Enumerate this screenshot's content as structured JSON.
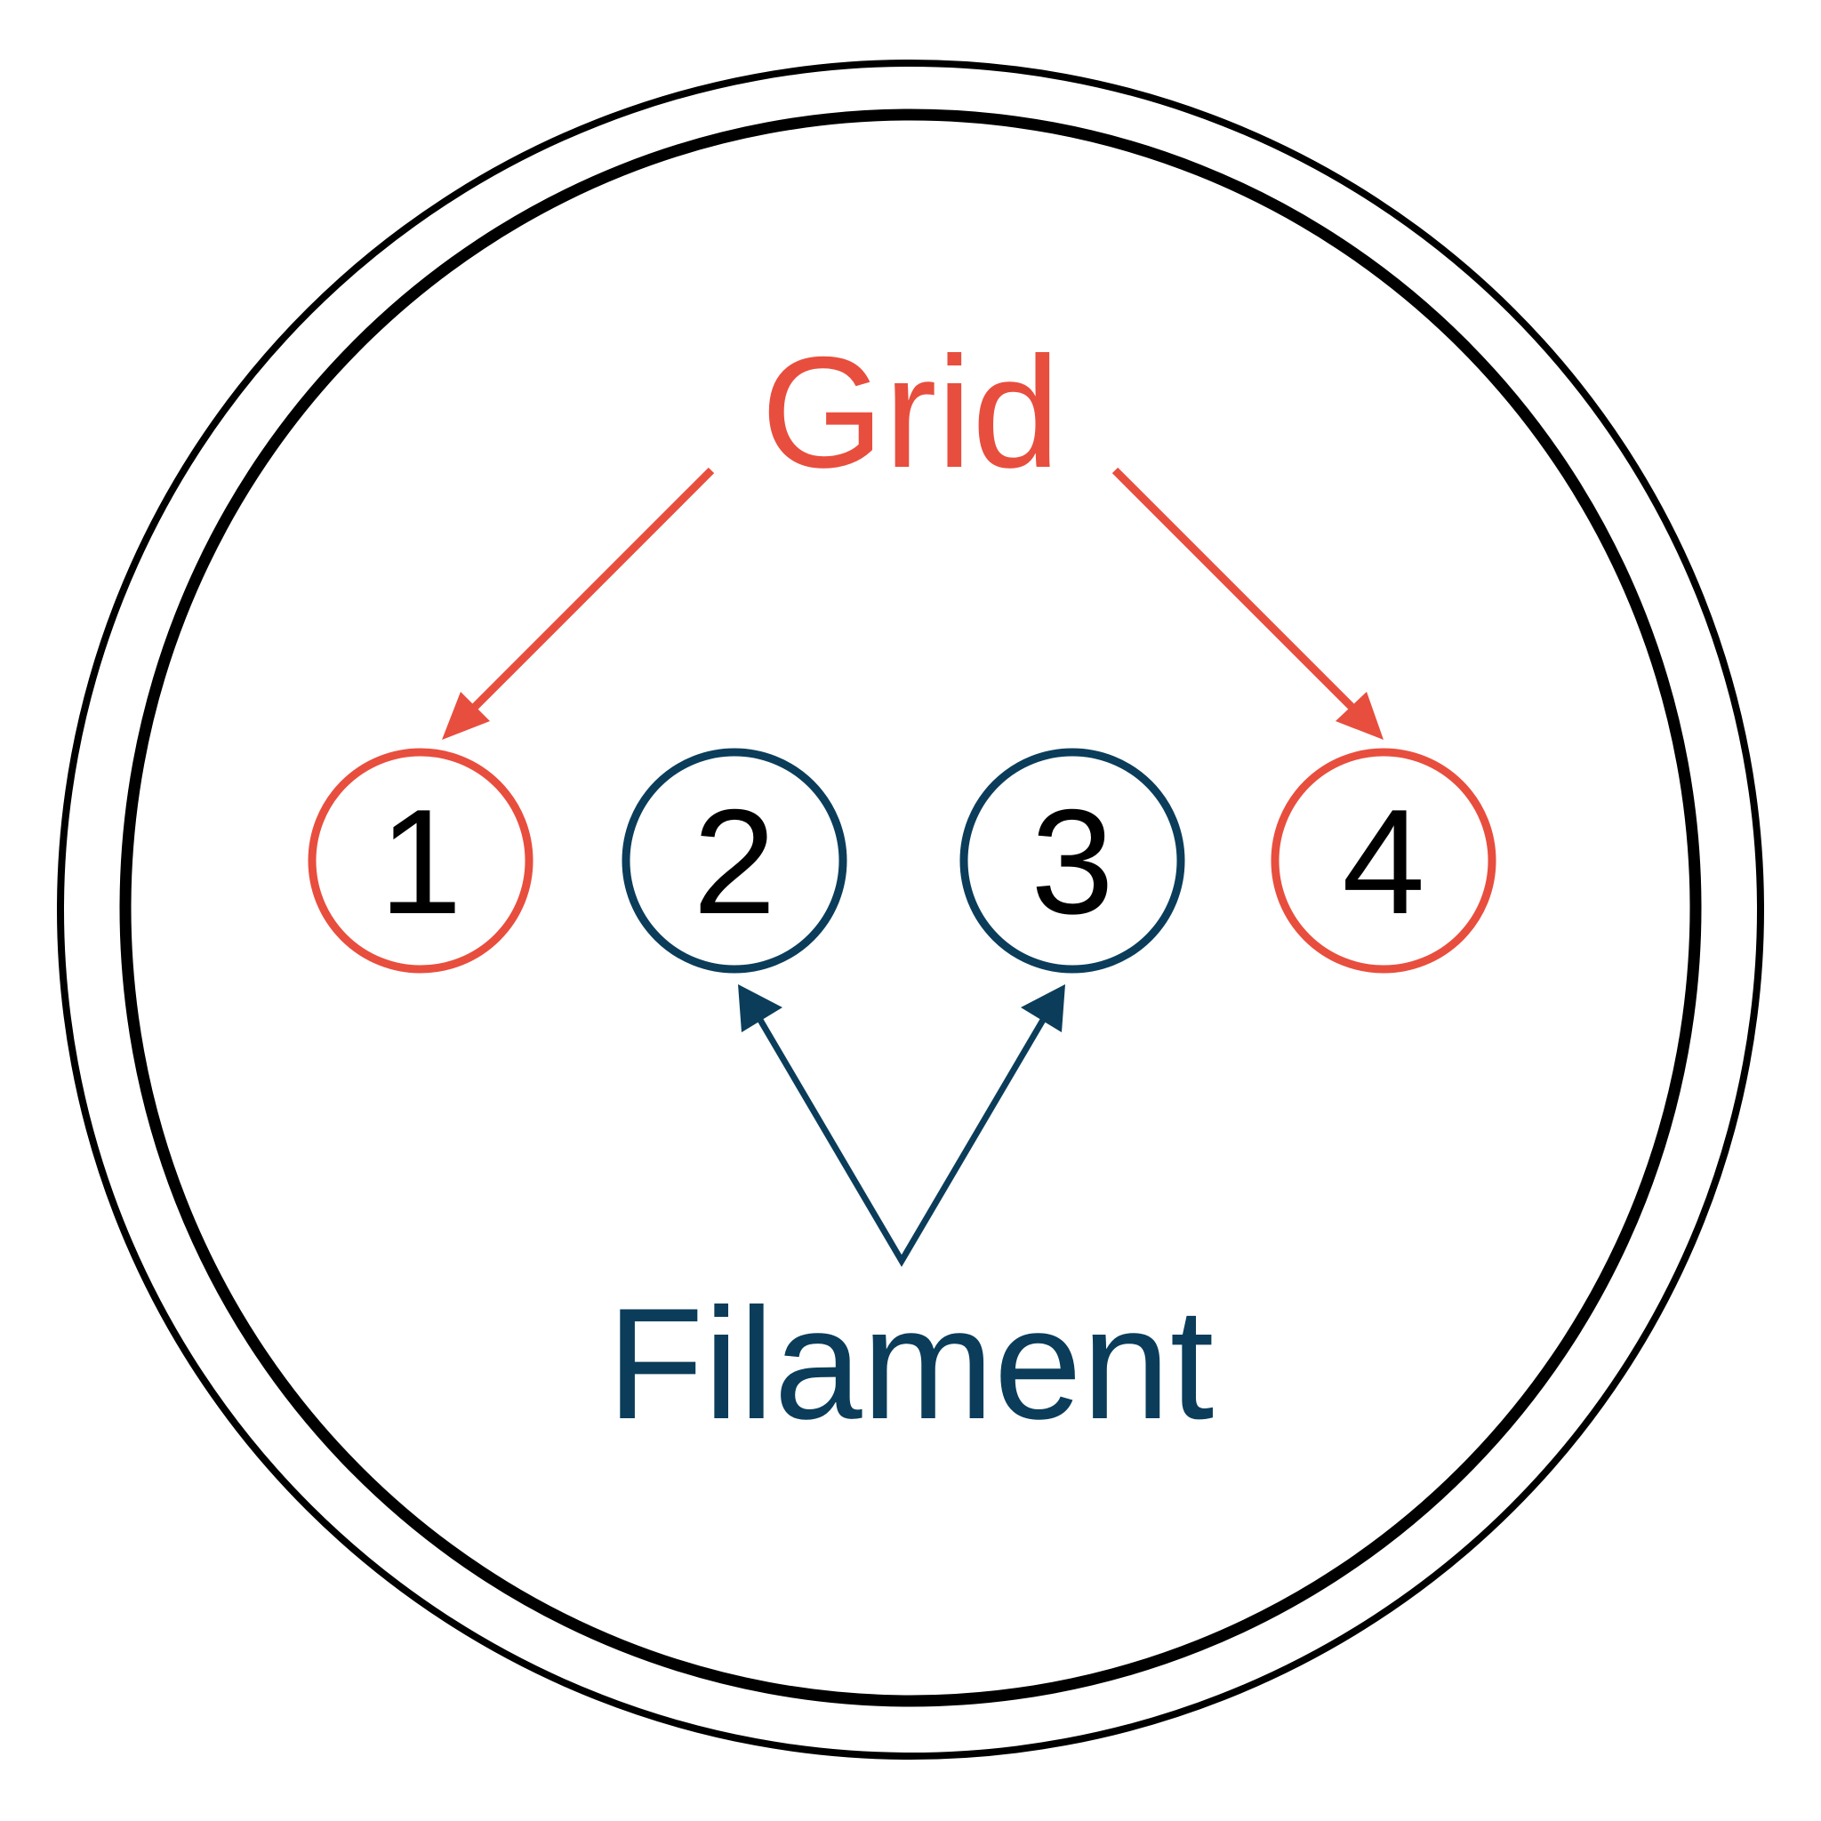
{
  "colors": {
    "grid": "#e84e3e",
    "filament": "#0b3d5a",
    "outline": "#000000",
    "number_text": "#000000",
    "background": "#ffffff"
  },
  "labels": {
    "grid": "Grid",
    "filament": "Filament"
  },
  "nodes": [
    {
      "label": "1",
      "group": "grid"
    },
    {
      "label": "2",
      "group": "filament"
    },
    {
      "label": "3",
      "group": "filament"
    },
    {
      "label": "4",
      "group": "grid"
    }
  ]
}
